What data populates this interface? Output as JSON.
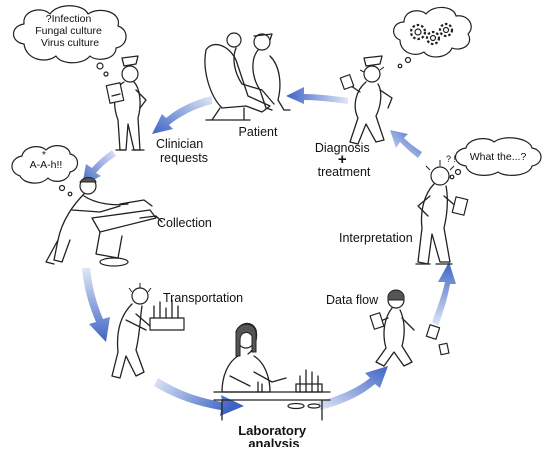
{
  "cycle": {
    "patient": "Patient",
    "clinician_requests": [
      "Clinician",
      "requests"
    ],
    "collection": "Collection",
    "transportation": "Transportation",
    "laboratory_analysis": [
      "Laboratory",
      "analysis"
    ],
    "data_flow": "Data flow",
    "interpretation": "Interpretation",
    "diagnosis_treatment": [
      "Diagnosis",
      "+",
      "treatment"
    ]
  },
  "bubbles": {
    "clinician": [
      "?Infection",
      "Fungal culture",
      "Virus culture"
    ],
    "patient_collection": "A-A-h!!",
    "interpreter": "What the...?"
  },
  "colors": {
    "arrow_light": "#dfe7f6",
    "arrow_dark": "#3e63c4",
    "line": "#222222"
  }
}
